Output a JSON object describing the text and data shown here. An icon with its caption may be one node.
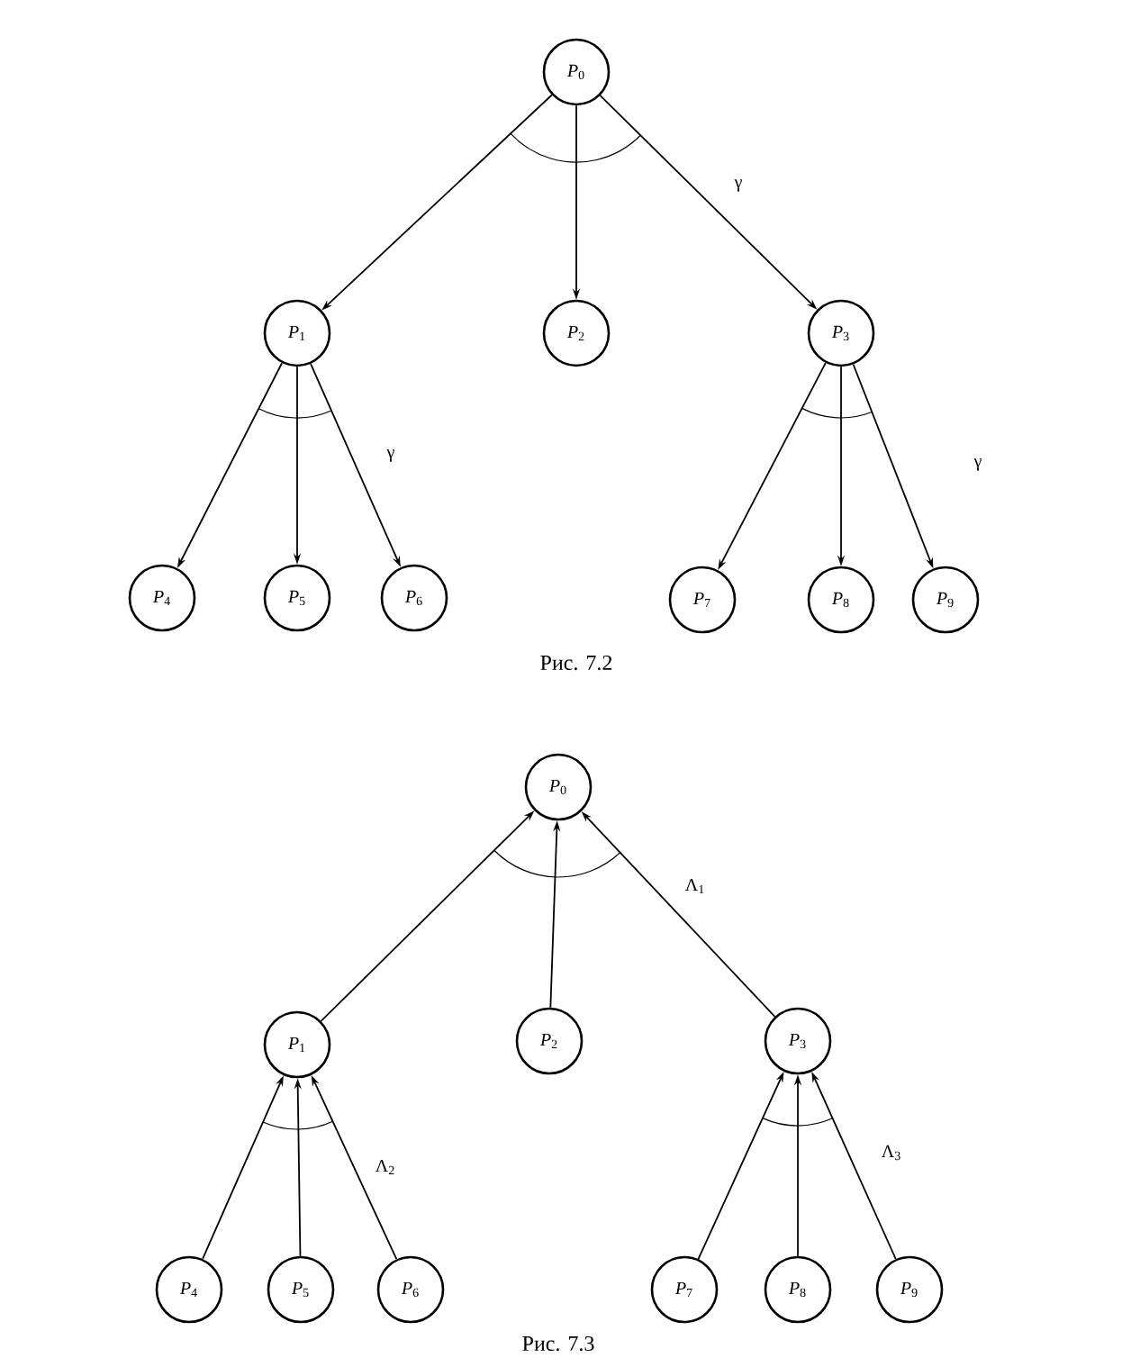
{
  "diagram": {
    "nodes": [
      {
        "text": [
          "*P*$_{0}$"
        ]
      },
      {
        "text": [
          "*P*$_{1}$"
        ]
      },
      {
        "text": [
          "*P*$_{2}$"
        ]
      },
      {
        "text": [
          "*P*$_{3}$"
        ]
      },
      {
        "text": [
          "*P*$_{4}$"
        ]
      },
      {
        "text": [
          "*P*$_{5}$"
        ]
      },
      {
        "text": [
          "*P*$_{6}$"
        ]
      },
      {
        "text": [
          "*P*$_{7}$"
        ]
      },
      {
        "text": [
          "*P*$_{8}$"
        ]
      },
      {
        "text": [
          "*P*$_{9}$"
        ]
      },
      {
        "text": [
          "*P*$_{0}$"
        ]
      },
      {
        "text": [
          "*P*$_{1}$"
        ]
      },
      {
        "text": [
          "*P*$_{2}$"
        ]
      },
      {
        "text": [
          "*P*$_{3}$"
        ]
      },
      {
        "text": [
          "*P*$_{4}$"
        ]
      },
      {
        "text": [
          "*P*$_{5}$"
        ]
      },
      {
        "text": [
          "*P*$_{6}$"
        ]
      },
      {
        "text": [
          "*P*$_{7}$"
        ]
      },
      {
        "text": [
          "*P*$_{8}$"
        ]
      },
      {
        "text": [
          "*P*$_{9}$"
        ]
      }
    ],
    "edges": [
      {
        "from": 0,
        "to": 1,
        "arrow": "to"
      },
      {
        "from": 0,
        "to": 2,
        "arrow": "to"
      },
      {
        "from": 0,
        "to": 3,
        "arrow": "to",
        "label": "γ"
      },
      {
        "from": 1,
        "to": 4,
        "arrow": "to"
      },
      {
        "from": 1,
        "to": 5,
        "arrow": "to"
      },
      {
        "from": 1,
        "to": 6,
        "arrow": "to",
        "label": "γ"
      },
      {
        "from": 3,
        "to": 7,
        "arrow": "to"
      },
      {
        "from": 3,
        "to": 8,
        "arrow": "to"
      },
      {
        "from": 3,
        "to": 9,
        "arrow": "to",
        "label": "γ"
      },
      {
        "from": 11,
        "to": 10,
        "arrow": "to"
      },
      {
        "from": 12,
        "to": 10,
        "arrow": "to"
      },
      {
        "from": 13,
        "to": 10,
        "arrow": "to",
        "label": "Λ$_{1}$"
      },
      {
        "from": 14,
        "to": 11,
        "arrow": "to"
      },
      {
        "from": 15,
        "to": 11,
        "arrow": "to"
      },
      {
        "from": 16,
        "to": 11,
        "arrow": "to",
        "label": "Λ$_{2}$"
      },
      {
        "from": 17,
        "to": 13,
        "arrow": "to"
      },
      {
        "from": 18,
        "to": 13,
        "arrow": "to"
      },
      {
        "from": 19,
        "to": 13,
        "arrow": "to",
        "label": "Λ$_{3}$"
      }
    ],
    "labels": [
      "Рис. 7.2",
      "Рис. 7.3"
    ]
  }
}
